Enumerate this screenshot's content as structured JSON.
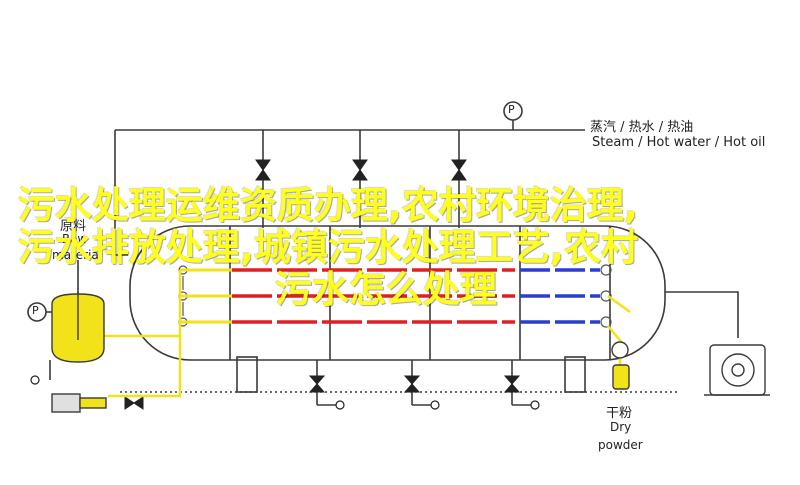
{
  "labels": {
    "steam_cn": "蒸汽 / 热水 / 热油",
    "steam_en": "Steam / Hot water / Hot oil",
    "raw_cn": "原料",
    "raw_en_1": "Raw",
    "raw_en_2": "material",
    "dry_cn": "干粉",
    "dry_en_1": "Dry",
    "dry_en_2": "powder",
    "pressure_gauge": "P"
  },
  "overlay": {
    "line1": "污水处理运维资质办理,农村环境治理,",
    "line2": "污水排放处理,城镇污水处理工艺,农村",
    "line3": "污水怎么处理"
  },
  "colors": {
    "line": "#3a3a3a",
    "pipe_yellow": "#f2e21a",
    "hot_red": "#e02020",
    "cool_blue": "#2a3fd0",
    "vessel_fill": "#ffffff",
    "overlay_text": "#ffff1a"
  }
}
